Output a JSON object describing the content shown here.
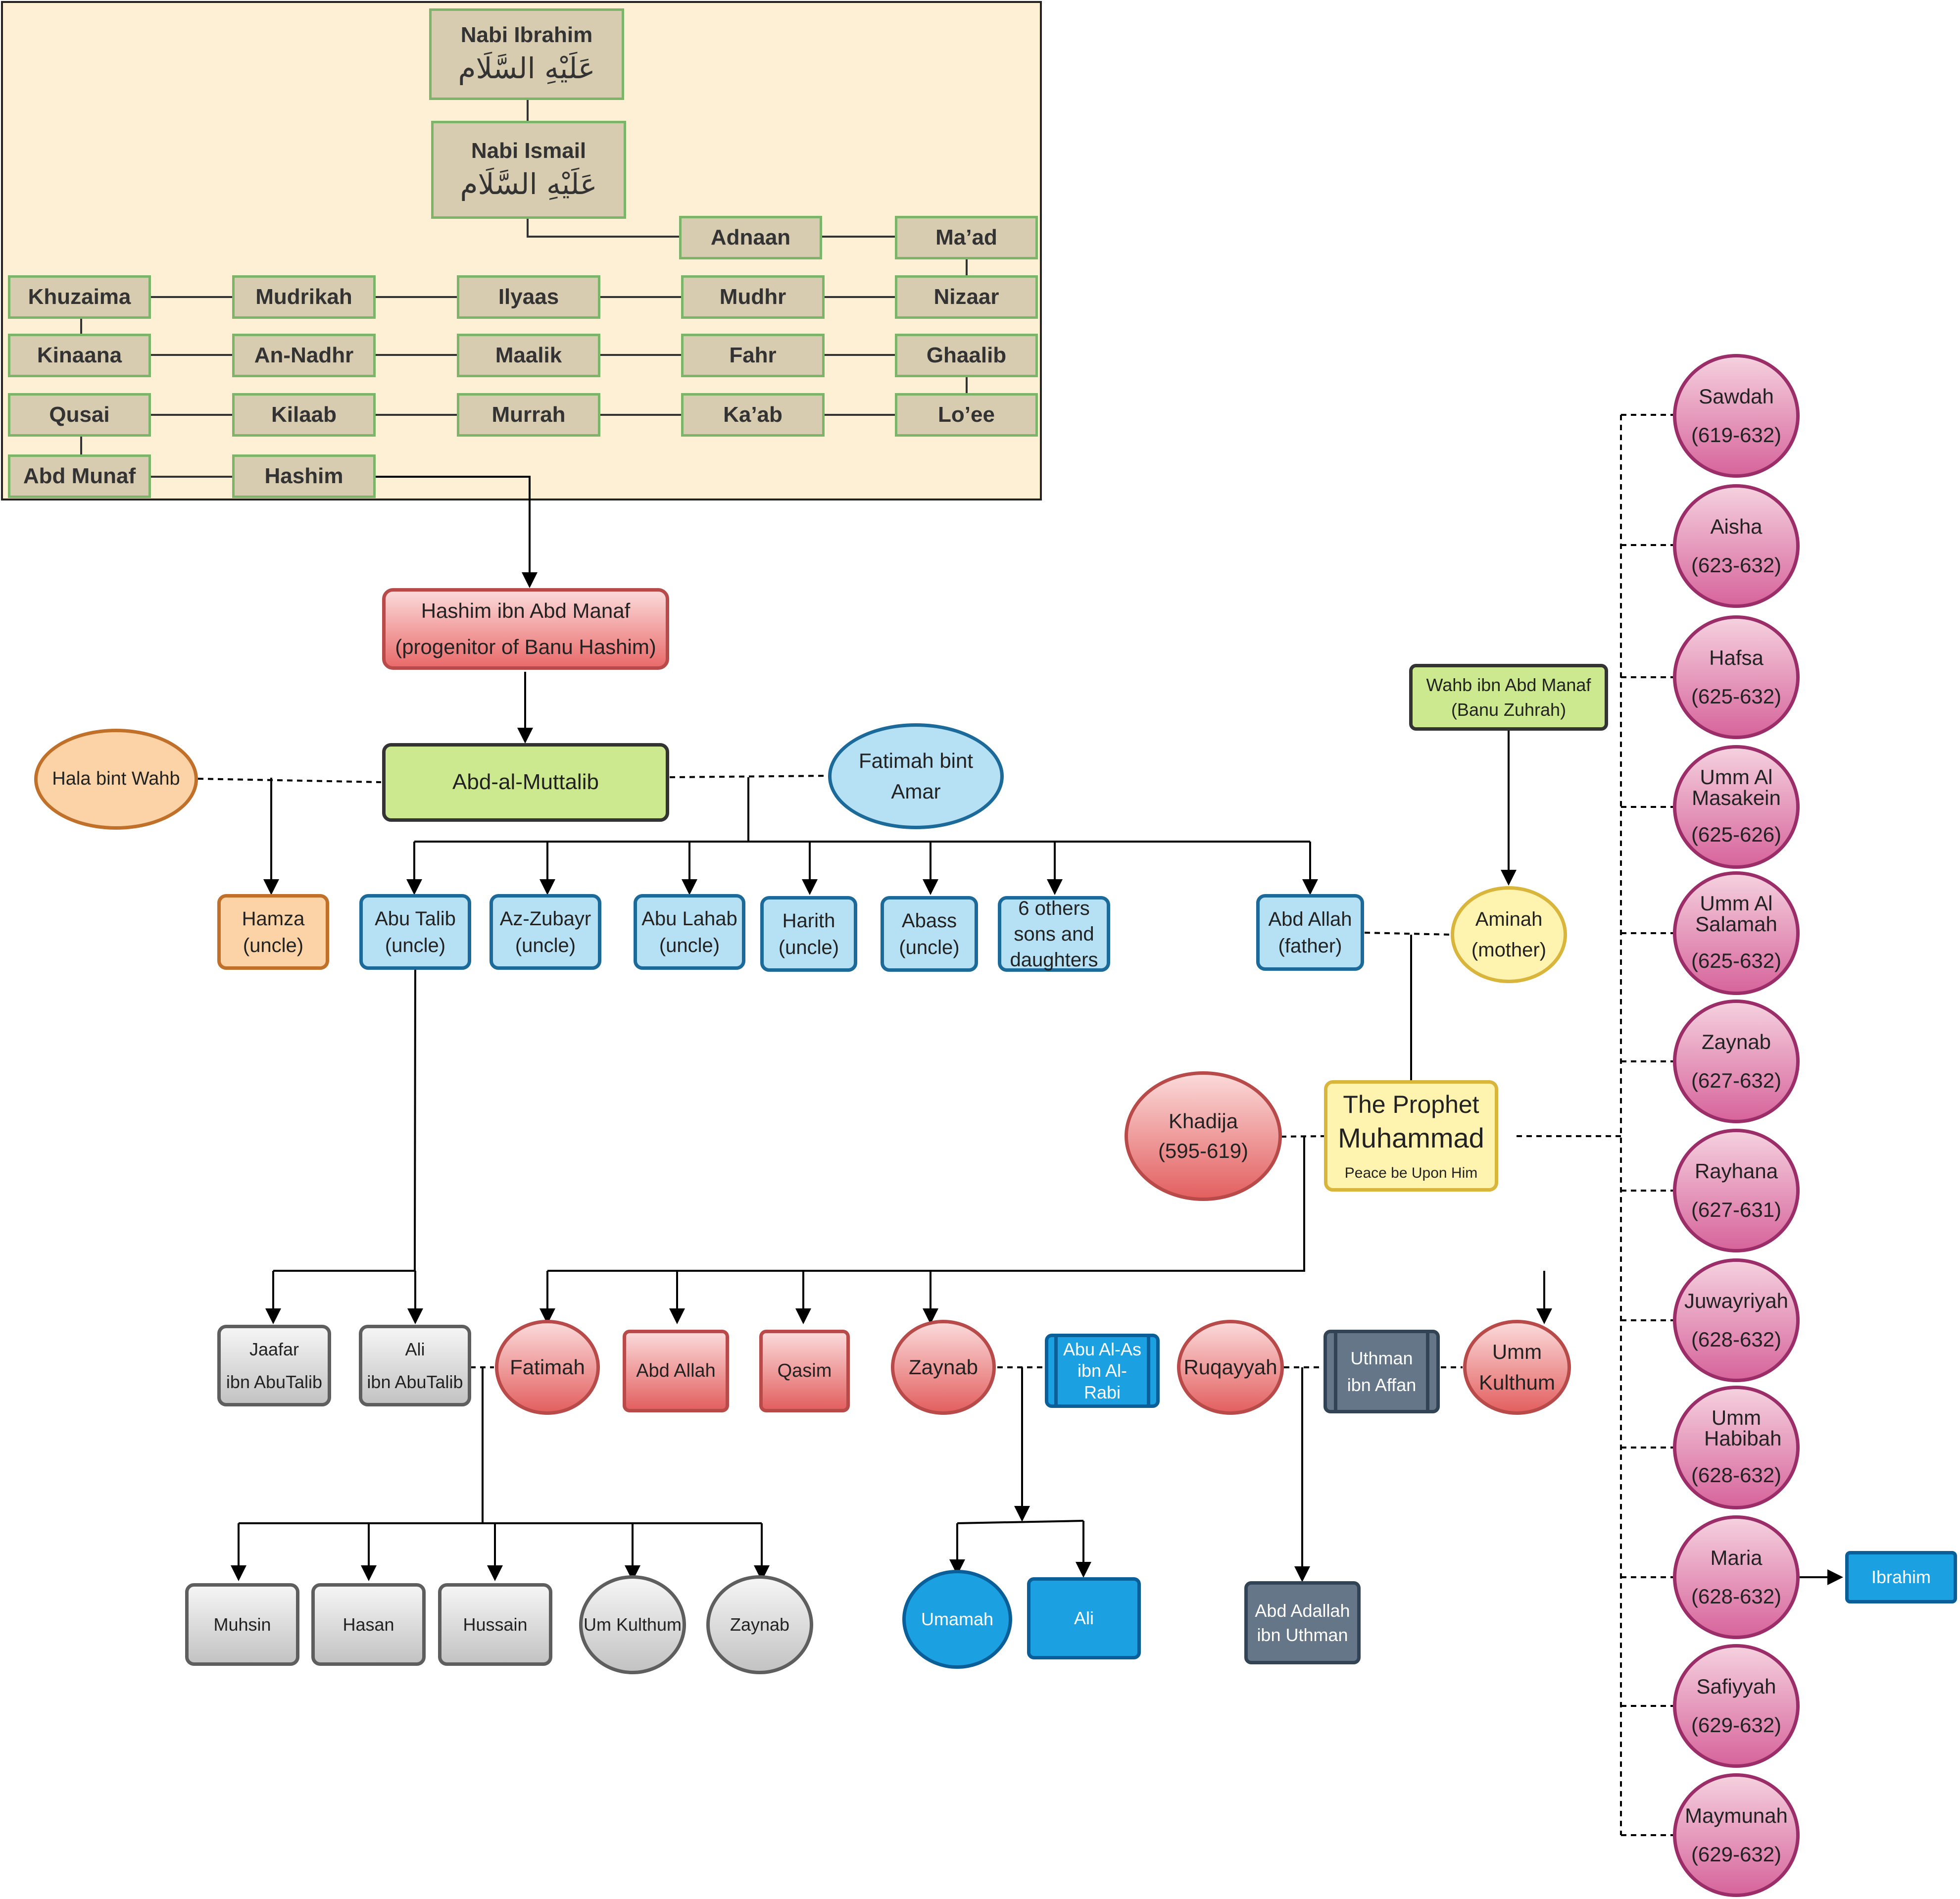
{
  "ancestors": {
    "ibrahim": {
      "name": "Nabi Ibrahim",
      "honorific": "عَلَيْهِ السَّلَام"
    },
    "ismail": {
      "name": "Nabi Ismail",
      "honorific": "عَلَيْهِ السَّلَام"
    },
    "adnaan": "Adnaan",
    "maad": "Ma’ad",
    "khuzaima": "Khuzaima",
    "mudrikah": "Mudrikah",
    "ilyaas": "Ilyaas",
    "mudhr": "Mudhr",
    "nizaar": "Nizaar",
    "kinaana": "Kinaana",
    "annadhr": "An-Nadhr",
    "maalik": "Maalik",
    "fahr": "Fahr",
    "ghaalib": "Ghaalib",
    "qusai": "Qusai",
    "kilaab": "Kilaab",
    "murrah": "Murrah",
    "kaab": "Ka’ab",
    "loee": "Lo’ee",
    "abdmunaf": "Abd Munaf",
    "hashim": "Hashim"
  },
  "hashim_ibn": {
    "line1": "Hashim ibn Abd Manaf",
    "line2": "(progenitor of Banu Hashim)"
  },
  "abd_al_muttalib": "Abd-al-Muttalib",
  "hala": "Hala bint Wahb",
  "fatimah_amar": {
    "line1": "Fatimah bint",
    "line2": "Amar"
  },
  "wahb": {
    "line1": "Wahb ibn Abd Manaf",
    "line2": "(Banu Zuhrah)"
  },
  "children": {
    "hamza": {
      "line1": "Hamza",
      "line2": "(uncle)"
    },
    "abu_talib": {
      "line1": "Abu Talib",
      "line2": "(uncle)"
    },
    "az_zubayr": {
      "line1": "Az-Zubayr",
      "line2": "(uncle)"
    },
    "abu_lahab": {
      "line1": "Abu Lahab",
      "line2": "(uncle)"
    },
    "harith": {
      "line1": "Harith",
      "line2": "(uncle)"
    },
    "abass": {
      "line1": "Abass",
      "line2": "(uncle)"
    },
    "others": {
      "line1": "6 others",
      "line2": "sons and",
      "line3": "daughters"
    },
    "abd_allah": {
      "line1": "Abd Allah",
      "line2": "(father)"
    }
  },
  "aminah": {
    "line1": "Aminah",
    "line2": "(mother)"
  },
  "khadija": {
    "line1": "Khadija",
    "line2": "(595-619)"
  },
  "prophet": {
    "line1": "The Prophet",
    "line2": "Muhammad",
    "line3": "Peace be Upon Him"
  },
  "abu_talib_children": {
    "jaafar": {
      "line1": "Jaafar",
      "line2": "ibn AbuTalib"
    },
    "ali": {
      "line1": "Ali",
      "line2": "ibn AbuTalib"
    }
  },
  "prophet_children": {
    "fatimah": "Fatimah",
    "abd_allah": "Abd Allah",
    "qasim": "Qasim",
    "zaynab": "Zaynab",
    "ruqayyah": "Ruqayyah",
    "umm_kulthum": {
      "line1": "Umm",
      "line2": "Kulthum"
    }
  },
  "spouses": {
    "abu_al_as": {
      "line1": "Abu Al-As",
      "line2": "ibn Al-",
      "line3": "Rabi"
    },
    "uthman": {
      "line1": "Uthman",
      "line2": "ibn Affan"
    }
  },
  "grandchildren": {
    "muhsin": "Muhsin",
    "hasan": "Hasan",
    "hussain": "Hussain",
    "um_kulthum": "Um Kulthum",
    "zaynab": "Zaynab",
    "umamah": "Umamah",
    "ali": "Ali",
    "abd_adallah": {
      "line1": "Abd Adallah",
      "line2": "ibn Uthman"
    }
  },
  "wives": [
    {
      "name": "Sawdah",
      "years": "(619-632)"
    },
    {
      "name": "Aisha",
      "years": "(623-632)"
    },
    {
      "name": "Hafsa",
      "years": "(625-632)"
    },
    {
      "name": "Umm Al Masakein",
      "years": "(625-626)"
    },
    {
      "name": "Umm Al Salamah",
      "years": "(625-632)"
    },
    {
      "name": "Zaynab",
      "years": "(627-632)"
    },
    {
      "name": "Rayhana",
      "years": "(627-631)"
    },
    {
      "name": "Juwayriyah",
      "years": "(628-632)"
    },
    {
      "name": "Umm Habibah",
      "years": "(628-632)"
    },
    {
      "name": "Maria",
      "years": "(628-632)"
    },
    {
      "name": "Safiyyah",
      "years": "(629-632)"
    },
    {
      "name": "Maymunah",
      "years": "(629-632)"
    }
  ],
  "maria_son": "Ibrahim"
}
